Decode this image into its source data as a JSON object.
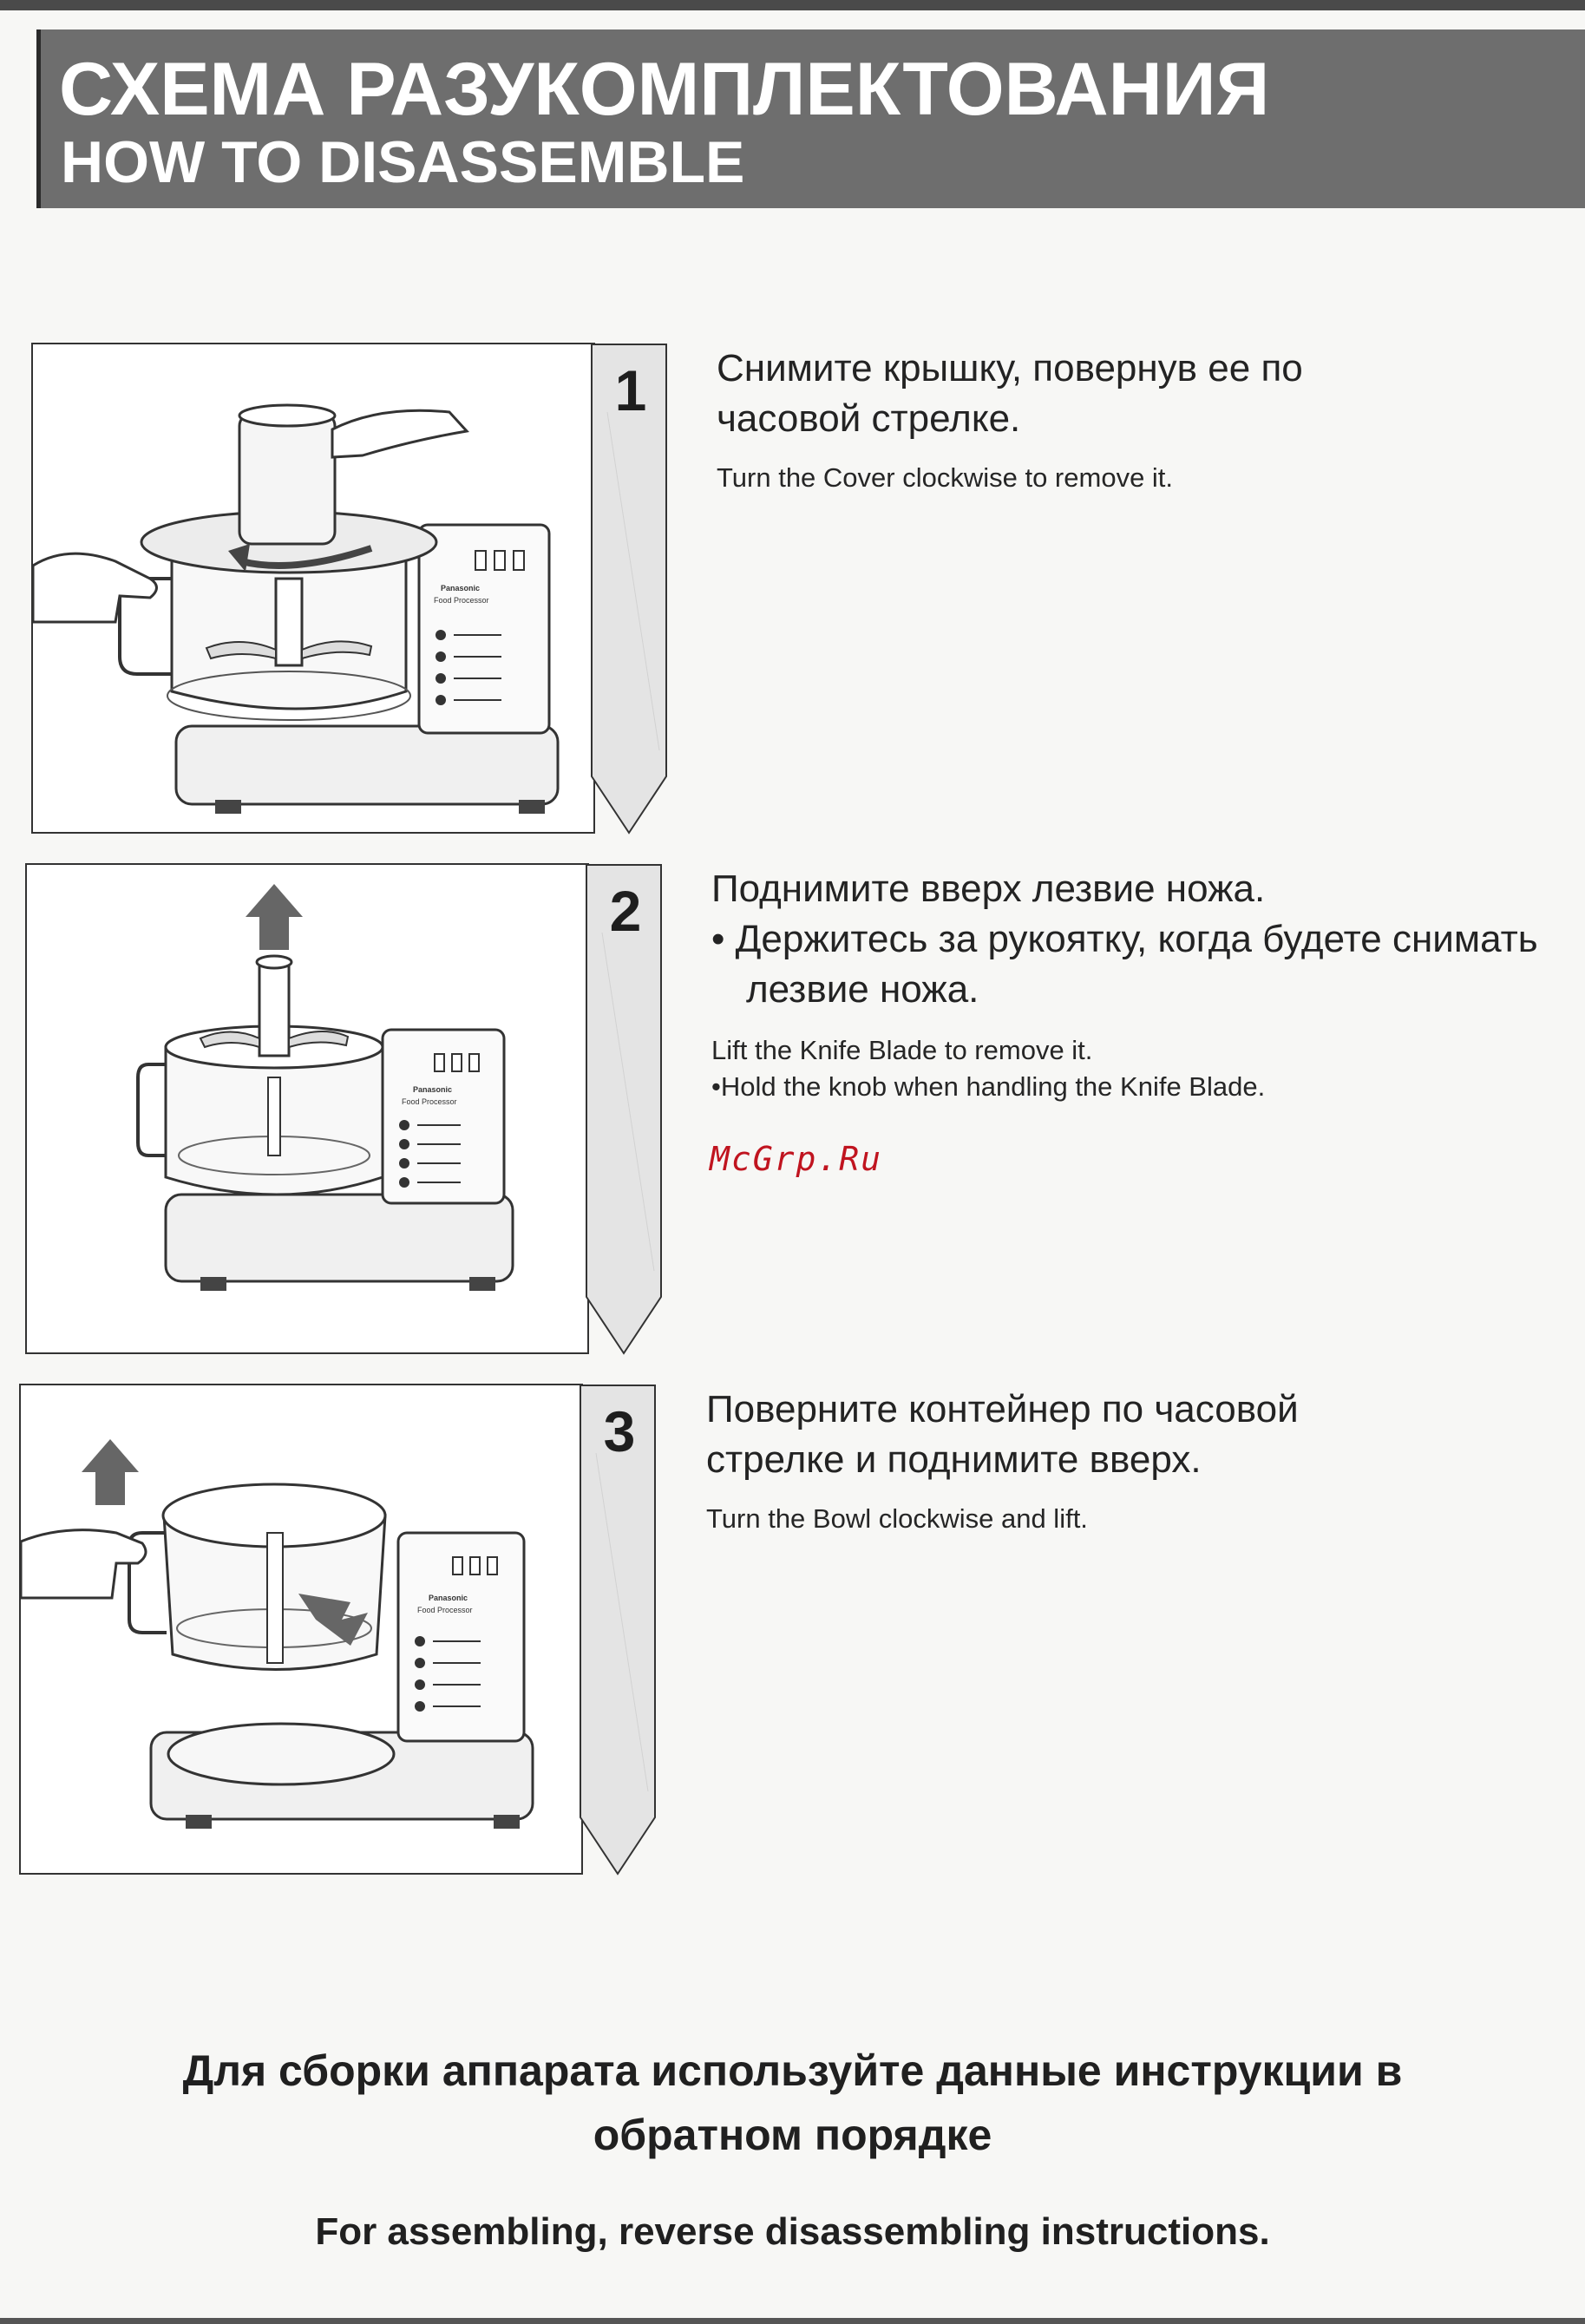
{
  "header": {
    "title_ru": "СХЕМА РАЗУКОМПЛЕКТОВАНИЯ",
    "title_en": "HOW TO DISASSEMBLE"
  },
  "steps": [
    {
      "number": "1",
      "ru_lines": [
        "Снимите крышку, повернув ее по",
        "часовой стрелке."
      ],
      "en": "Turn the Cover clockwise to remove it."
    },
    {
      "number": "2",
      "ru_main": "Поднимите вверх лезвие ножа.",
      "ru_bullet": "• Держитесь за рукоятку, когда будете снимать лезвие ножа.",
      "en": "Lift the Knife Blade to remove it.",
      "en_bullet": "•Hold the knob when handling the Knife Blade."
    },
    {
      "number": "3",
      "ru_lines": [
        "Поверните контейнер по часовой",
        "стрелке и поднимите вверх."
      ],
      "en": "Turn the Bowl clockwise and lift."
    }
  ],
  "appliance": {
    "brand": "Panasonic",
    "model": "Food Processor"
  },
  "watermark": "McGrp.Ru",
  "footer": {
    "ru": "Для сборки аппарата используйте данные инструкции в обратном порядке",
    "en": "For assembling, reverse disassembling instructions."
  }
}
